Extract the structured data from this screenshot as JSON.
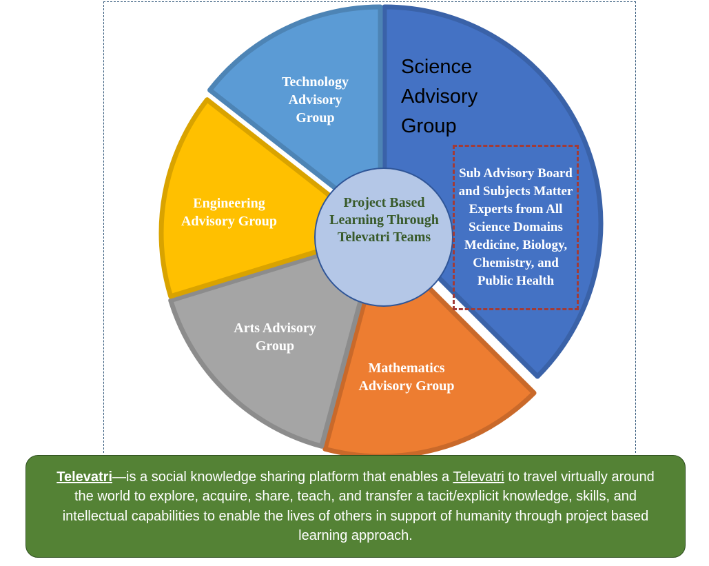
{
  "diagram": {
    "center": {
      "label": "Project Based Learning Through Televatri Teams"
    },
    "segments": [
      {
        "id": "science",
        "title": "Science Advisory Group",
        "color": "#4472c4",
        "border": "#3a62a8"
      },
      {
        "id": "mathematics",
        "title": "Mathematics Advisory Group",
        "color": "#ed7d31",
        "border": "#c9692a"
      },
      {
        "id": "arts",
        "title": "Arts Advisory Group",
        "color": "#a5a5a5",
        "border": "#8c8c8c"
      },
      {
        "id": "engineering",
        "title": "Engineering Advisory Group",
        "color": "#ffc000",
        "border": "#d9a300"
      },
      {
        "id": "technology",
        "title": "Technology Advisory Group",
        "color": "#5b9bd5",
        "border": "#4d84b5"
      }
    ],
    "science_sub_box": {
      "text": "Sub Advisory Board and Subjects Matter Experts from All Science Domains Medicine, Biology, Chemistry,  and Public Health"
    }
  },
  "definition": {
    "term": "Televatri",
    "text_before_term2": "—is a social knowledge sharing platform that enables a ",
    "term2": "Televatri",
    "text_after": " to travel virtually around the world to explore, acquire, share, teach, and transfer a tacit/explicit knowledge, skills, and intellectual capabilities to enable the lives of others in support of humanity through project based learning  approach."
  },
  "colors": {
    "frame_border": "#2f5578",
    "definition_bg": "#548235",
    "center_fill": "#b4c7e7",
    "center_text": "#385a2a",
    "sub_box_border": "#a33b36"
  }
}
